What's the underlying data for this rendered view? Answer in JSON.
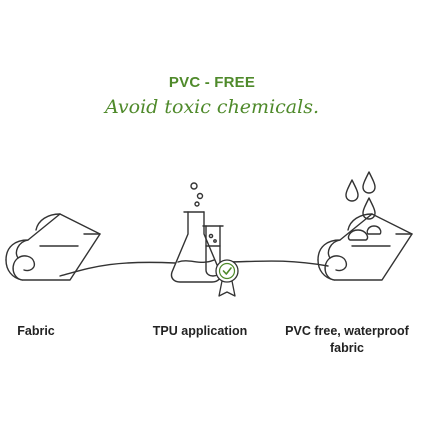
{
  "header": {
    "title": "PVC - FREE",
    "subtitle": "Avoid toxic chemicals."
  },
  "steps": [
    {
      "label": "Fabric",
      "icon": "rolled-fabric-icon"
    },
    {
      "label": "TPU application",
      "icon": "flask-test-tube-icon"
    },
    {
      "label": "PVC free, waterproof fabric",
      "icon": "waterproof-fabric-icon"
    }
  ],
  "colors": {
    "accent": "#4f8a2b",
    "stroke": "#333333"
  }
}
